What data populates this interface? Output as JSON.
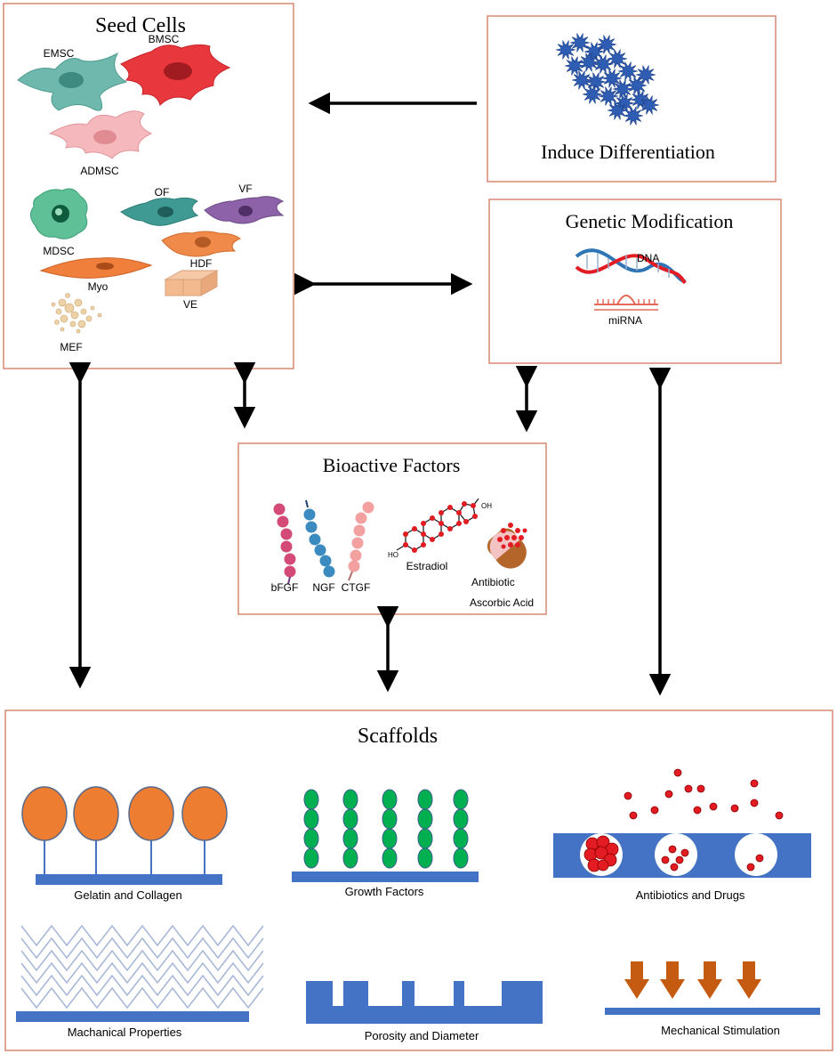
{
  "seed_cells": {
    "title": "Seed Cells",
    "labels": {
      "emsc": "EMSC",
      "bmsc": "BMSC",
      "admsc": "ADMSC",
      "of": "OF",
      "vf": "VF",
      "mdsc": "MDSC",
      "hdf": "HDF",
      "myo": "Myo",
      "ve": "VE",
      "mef": "MEF"
    }
  },
  "induce": {
    "title": "Induce Differentiation"
  },
  "genetic": {
    "title": "Genetic Modification",
    "dna": "DNA",
    "mirna": "miRNA"
  },
  "bioactive": {
    "title": "Bioactive Factors",
    "bfgf": "bFGF",
    "ngf": "NGF",
    "ctgf": "CTGF",
    "estradiol": "Estradiol",
    "oh": "OH",
    "ho": "HO",
    "antibiotic": "Antibiotic",
    "ascorbic": "Ascorbic Acid"
  },
  "scaffolds": {
    "title": "Scaffolds",
    "gelatin": "Gelatin and Collagen",
    "growth": "Growth Factors",
    "antibiotics": "Antibiotics and Drugs",
    "mechanical_props": "Machanical Properties",
    "porosity": "Porosity and Diameter",
    "stimulation": "Mechanical Stimulation"
  },
  "colors": {
    "box_border": "#d98870",
    "scaffold_blue": "#4472c4",
    "gelatin_orange": "#ed7d31",
    "growth_green": "#00b050",
    "drug_red": "#e31b23",
    "arrow_orange": "#c55a11"
  }
}
